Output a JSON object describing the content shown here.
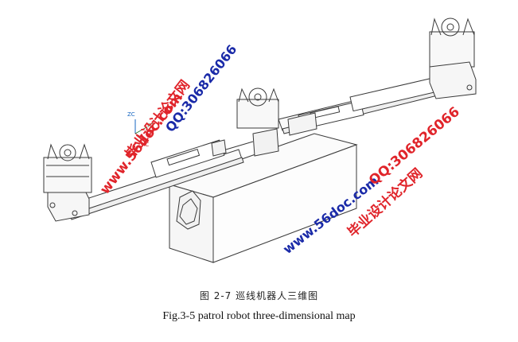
{
  "figure": {
    "caption_cn": "图 2-7   巡线机器人三维图",
    "caption_en": "Fig.3-5 patrol robot three-dimensional map"
  },
  "axis_triad": {
    "zc": "ZC",
    "yc": "YC",
    "xc": "XC"
  },
  "watermarks": [
    {
      "text": "毕业设计论文网",
      "color": "#e0242a"
    },
    {
      "text": "QQ:306826066",
      "color": "#1a2aa8"
    },
    {
      "text": "www.56doc.com",
      "color": "#e0242a"
    },
    {
      "text": "www.56doc.com",
      "color": "#1a2aa8"
    },
    {
      "text": "QQ:306826066",
      "color": "#e0242a"
    },
    {
      "text": "毕业设计论文网",
      "color": "#e0242a"
    }
  ]
}
